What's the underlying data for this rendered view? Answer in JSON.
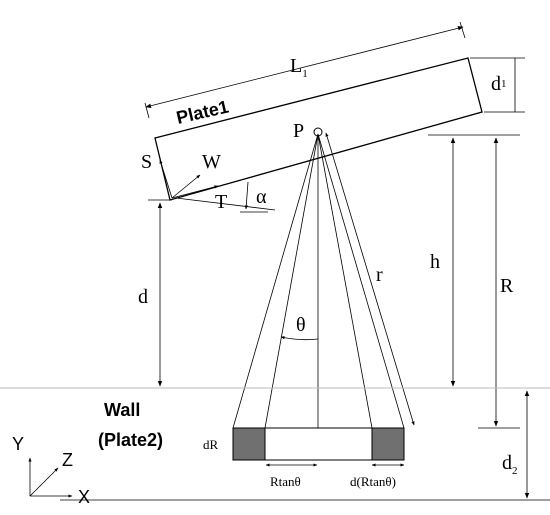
{
  "labels": {
    "L1": "L",
    "L1_sub": "1",
    "d1": "d",
    "d1_sub": "1",
    "plate1": "Plate1",
    "P": "P",
    "S": "S",
    "W": "W",
    "T": "T",
    "alpha": "α",
    "h": "h",
    "R": "R",
    "r": "r",
    "theta": "θ",
    "d": "d",
    "wall_line1": "Wall",
    "wall_line2": "(Plate2)",
    "dR": "dR",
    "rtan": "Rtanθ",
    "drtan": "d(Rtanθ)",
    "d2": "d",
    "d2_sub": "2",
    "axis_x": "X",
    "axis_y": "Y",
    "axis_z": "Z"
  },
  "colors": {
    "lines": "#000000",
    "wall_line": "#bbbbbb",
    "strip_fill": "#707070"
  }
}
